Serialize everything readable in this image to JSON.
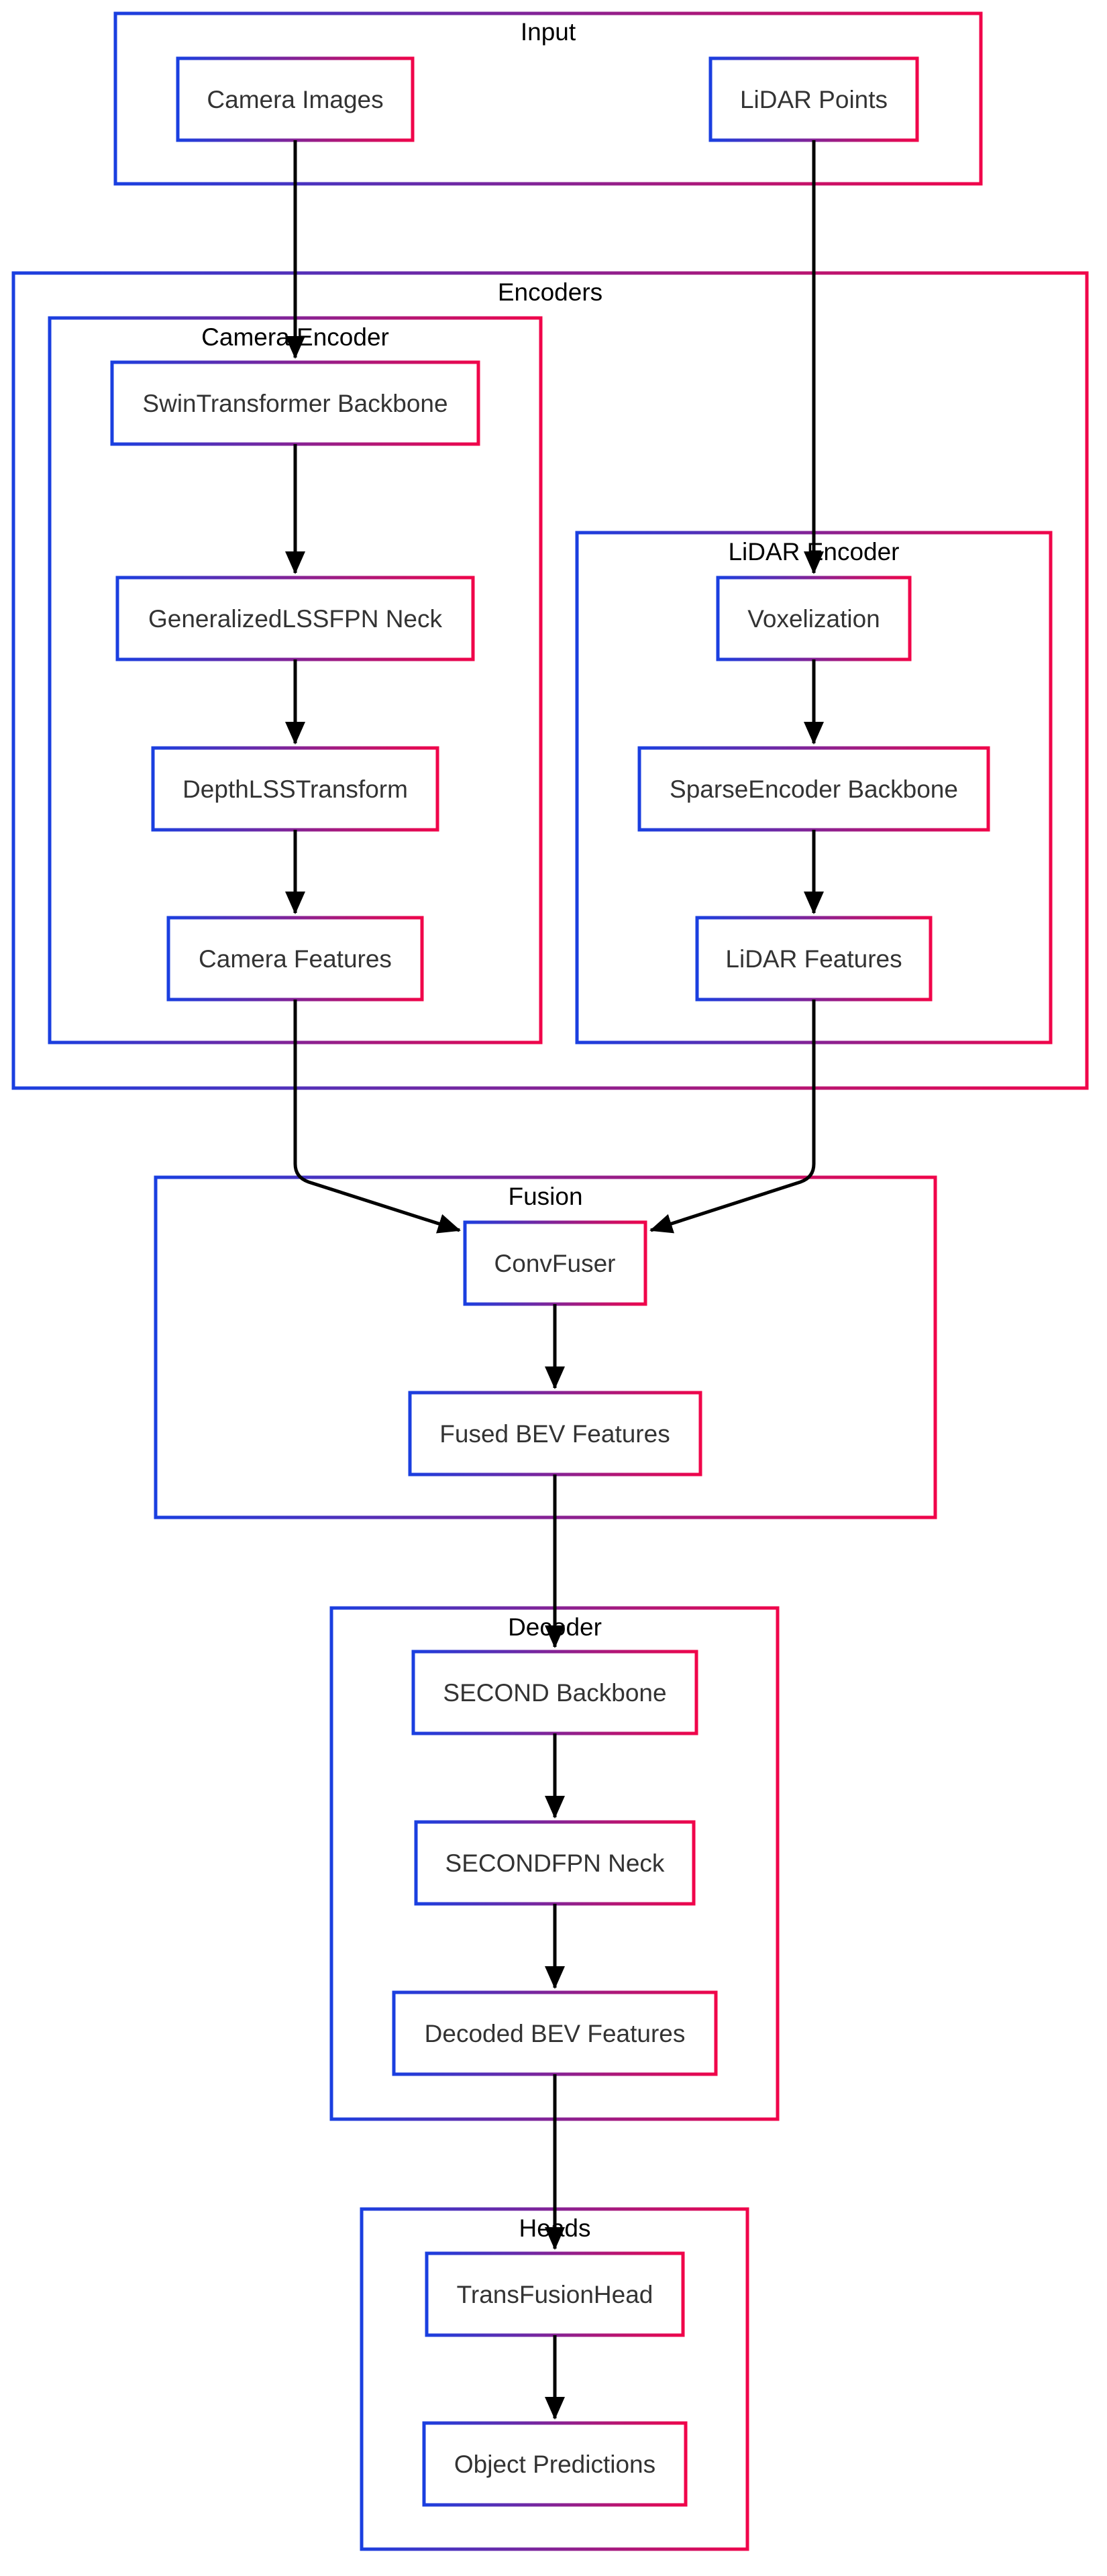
{
  "colors": {
    "background": "#ffffff",
    "gradient_start": "#1a3fe0",
    "gradient_end": "#f0054a",
    "edge": "#000000",
    "group_text": "#000000",
    "node_text": "#333333"
  },
  "groups": {
    "input": "Input",
    "encoders": "Encoders",
    "camera_encoder": "Camera Encoder",
    "lidar_encoder": "LiDAR Encoder",
    "fusion": "Fusion",
    "decoder": "Decoder",
    "heads": "Heads"
  },
  "nodes": {
    "camera_images": "Camera Images",
    "lidar_points": "LiDAR Points",
    "swin_backbone": "SwinTransformer Backbone",
    "lss_neck": "GeneralizedLSSFPN Neck",
    "depth_lss": "DepthLSSTransform",
    "camera_features": "Camera Features",
    "voxelization": "Voxelization",
    "sparse_encoder": "SparseEncoder Backbone",
    "lidar_features": "LiDAR Features",
    "convfuser": "ConvFuser",
    "fused_bev": "Fused BEV Features",
    "second_backbone": "SECOND Backbone",
    "secondfpn_neck": "SECONDFPN Neck",
    "decoded_bev": "Decoded BEV Features",
    "transfusion_head": "TransFusionHead",
    "object_predictions": "Object Predictions"
  },
  "edges": [
    {
      "from": "camera_images",
      "to": "swin_backbone"
    },
    {
      "from": "swin_backbone",
      "to": "lss_neck"
    },
    {
      "from": "lss_neck",
      "to": "depth_lss"
    },
    {
      "from": "depth_lss",
      "to": "camera_features"
    },
    {
      "from": "lidar_points",
      "to": "voxelization"
    },
    {
      "from": "voxelization",
      "to": "sparse_encoder"
    },
    {
      "from": "sparse_encoder",
      "to": "lidar_features"
    },
    {
      "from": "camera_features",
      "to": "convfuser"
    },
    {
      "from": "lidar_features",
      "to": "convfuser"
    },
    {
      "from": "convfuser",
      "to": "fused_bev"
    },
    {
      "from": "fused_bev",
      "to": "second_backbone"
    },
    {
      "from": "second_backbone",
      "to": "secondfpn_neck"
    },
    {
      "from": "secondfpn_neck",
      "to": "decoded_bev"
    },
    {
      "from": "decoded_bev",
      "to": "transfusion_head"
    },
    {
      "from": "transfusion_head",
      "to": "object_predictions"
    }
  ]
}
